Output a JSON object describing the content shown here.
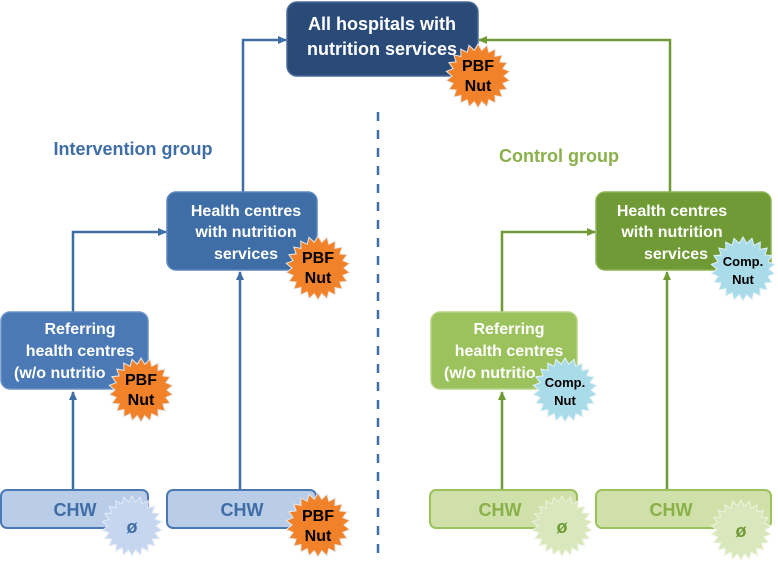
{
  "top": {
    "label_line1": "All hospitals with",
    "label_line2": "nutrition services",
    "badge_line1": "PBF",
    "badge_line2": "Nut"
  },
  "intervention": {
    "group_label": "Intervention group",
    "health_centre": {
      "line1": "Health centres",
      "line2": "with nutrition",
      "line3": "services",
      "badge_line1": "PBF",
      "badge_line2": "Nut"
    },
    "referring": {
      "line1": "Referring",
      "line2": "health centres",
      "line3": "(w/o nutritio",
      "badge_line1": "PBF",
      "badge_line2": "Nut"
    },
    "chw_left": {
      "label": "CHW",
      "badge": "ø"
    },
    "chw_right": {
      "label": "CHW",
      "badge_line1": "PBF",
      "badge_line2": "Nut"
    }
  },
  "control": {
    "group_label": "Control group",
    "health_centre": {
      "line1": "Health centres",
      "line2": "with nutrition",
      "line3": "services",
      "badge_line1": "Comp.",
      "badge_line2": "Nut"
    },
    "referring": {
      "line1": "Referring",
      "line2": "health centres",
      "line3": "(w/o nutritio",
      "badge_line1": "Comp.",
      "badge_line2": "Nut"
    },
    "chw_left": {
      "label": "CHW",
      "badge": "ø"
    },
    "chw_right": {
      "label": "CHW",
      "badge": "ø"
    }
  },
  "colors": {
    "navy": "#2a4a78",
    "blue": "#3f6ea6",
    "blue_mid": "#4b79b5",
    "blue_light": "#b9cce8",
    "green_dark": "#6f9a35",
    "green": "#9cc25d",
    "green_light": "#cfe0a8",
    "orange": "#f2822a",
    "cyan": "#aadbe8",
    "pale_blue_star": "#c6d6ee",
    "pale_green_star": "#d9e7bd"
  }
}
